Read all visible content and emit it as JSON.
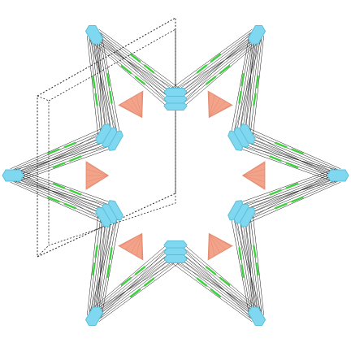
{
  "figure": {
    "kind": "molecular framework schematic",
    "ring_symmetry": 6,
    "colors": {
      "background": "#ffffff",
      "node": "#7fd8ef",
      "node_stroke": "#5bbfd9",
      "triangle": "#f3a389",
      "triangle_stroke": "#e48b70",
      "bond_green": "#3ecf3e",
      "bond_black": "#1a1a1a",
      "pane_stroke": "#222222"
    },
    "elements": {
      "ring_nodes": 6,
      "outer_nodes": 6,
      "triangular_units": 6,
      "dotted_plane": 1
    }
  }
}
